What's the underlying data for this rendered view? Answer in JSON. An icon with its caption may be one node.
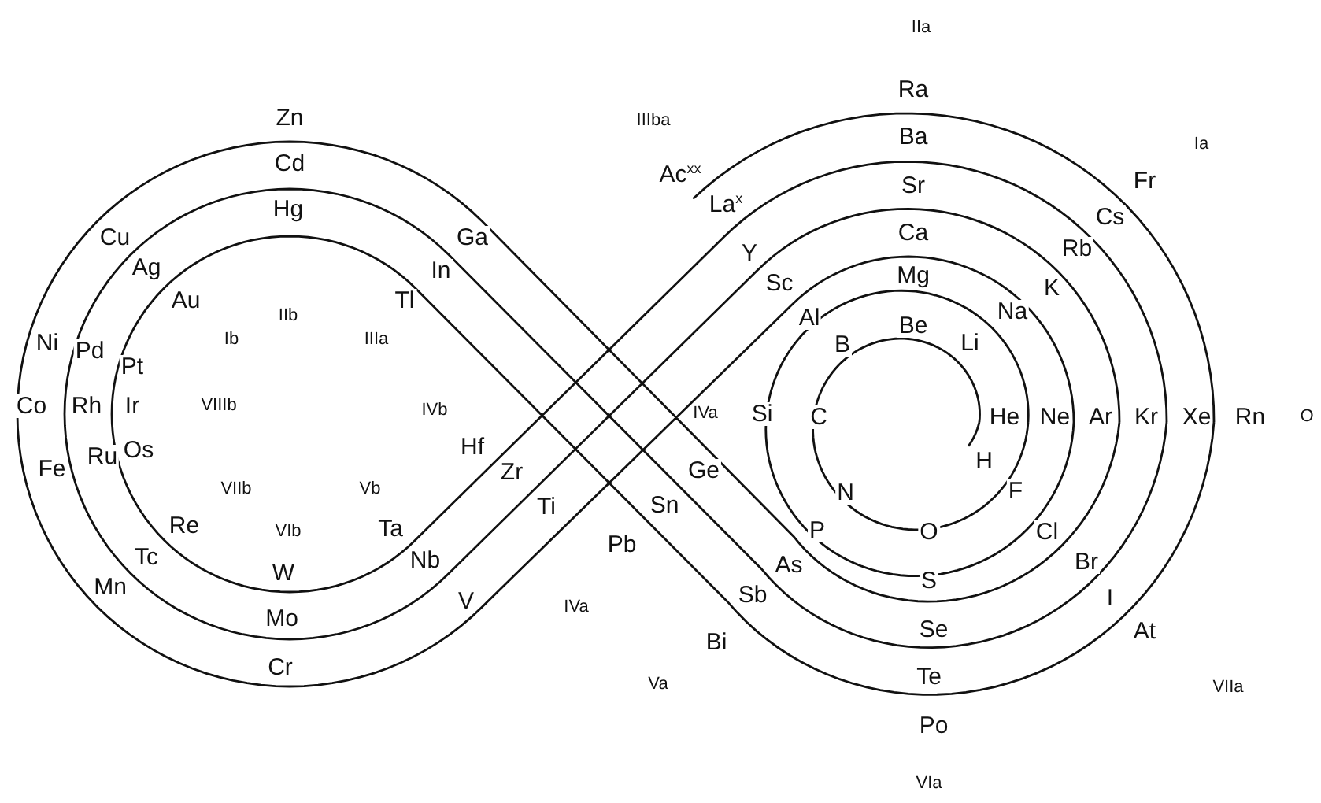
{
  "diagram": {
    "labels": [
      "IIa",
      "Ra",
      "Zn",
      "IIIba",
      "Cd",
      "Ba",
      "Ia",
      "Ac$^{xx}$",
      "Sr",
      "Fr",
      "Cu",
      "Hg",
      "Ga",
      "La$^{x}$",
      "Cs",
      "Ag",
      "Au",
      "Tl",
      "In",
      "Y",
      "Ca",
      "Rb",
      "Sc",
      "Mg",
      "K",
      "IIb",
      "Al",
      "Be",
      "Na",
      "Ni",
      "Pd",
      "Pt",
      "Ib",
      "IIIa",
      "B",
      "Li",
      "Co",
      "Rh",
      "Ir",
      "VIIIb",
      "IVb",
      "IVa",
      "Si",
      "C",
      "He",
      "Ne",
      "Ar",
      "Kr",
      "Xe",
      "Rn",
      "O",
      "Fe",
      "Ru",
      "Os",
      "Hf",
      "Zr",
      "Ge",
      "H",
      "VIIb",
      "Vb",
      "Ti",
      "Sn",
      "N",
      "F",
      "Re",
      "VIb",
      "Ta",
      "Pb",
      "P",
      "O",
      "Cl",
      "Tc",
      "W",
      "Nb",
      "As",
      "S",
      "Br",
      "Mn",
      "Mo",
      "V",
      "IVa",
      "Sb",
      "I",
      "Bi",
      "Se",
      "At",
      "Cr",
      "Va",
      "Te",
      "VIIa",
      "Po",
      "VIa"
    ]
  }
}
